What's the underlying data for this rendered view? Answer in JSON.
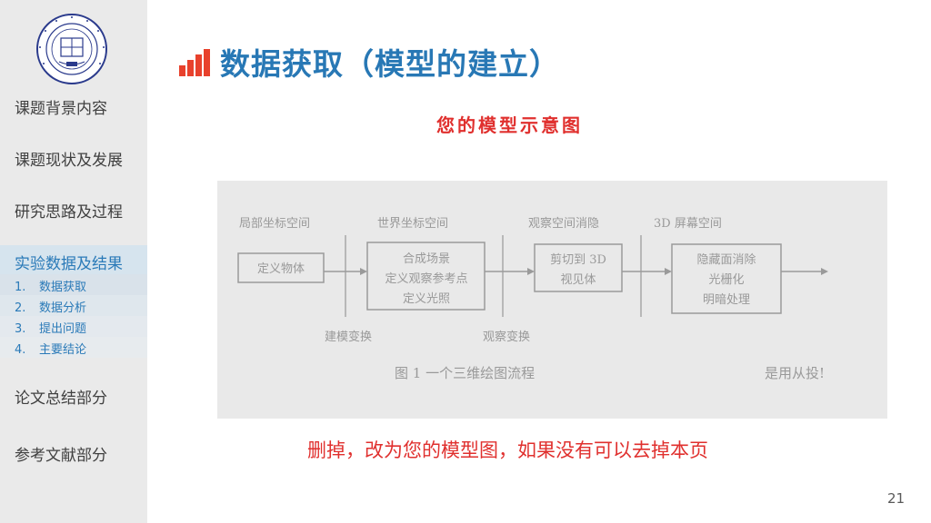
{
  "sidebar": {
    "items": [
      {
        "label": "课题背景内容"
      },
      {
        "label": "课题现状及发展"
      },
      {
        "label": "研究思路及过程"
      },
      {
        "label": "实验数据及结果"
      },
      {
        "label": "论文总结部分"
      },
      {
        "label": "参考文献部分"
      }
    ],
    "sub_items": [
      {
        "num": "1.",
        "label": "数据获取"
      },
      {
        "num": "2.",
        "label": "数据分析"
      },
      {
        "num": "3.",
        "label": "提出问题"
      },
      {
        "num": "4.",
        "label": "主要结论"
      }
    ]
  },
  "header": {
    "title": "数据获取（模型的建立）"
  },
  "main": {
    "subtitle": "您的模型示意图",
    "note": "删掉，改为您的模型图，如果没有可以去掉本页"
  },
  "figure": {
    "stage_labels": [
      "局部坐标空间",
      "世界坐标空间",
      "观察空间消隐",
      "3D 屏幕空间"
    ],
    "boxes": [
      {
        "lines": [
          "定义物体"
        ]
      },
      {
        "lines": [
          "合成场景",
          "定义观察参考点",
          "定义光照"
        ]
      },
      {
        "lines": [
          "剪切到 3D",
          "视见体"
        ]
      },
      {
        "lines": [
          "隐藏面消除",
          "光栅化",
          "明暗处理"
        ]
      }
    ],
    "transforms": [
      "建模变换",
      "观察变换"
    ],
    "caption": "图 1   一个三维绘图流程",
    "side_text": "是用从投!"
  },
  "footer": {
    "page_number": "21"
  },
  "colors": {
    "sidebar_bg": "#eaeaea",
    "accent_blue": "#2878b5",
    "accent_red": "#e0302e",
    "figure_bg": "#e9e9e9"
  }
}
